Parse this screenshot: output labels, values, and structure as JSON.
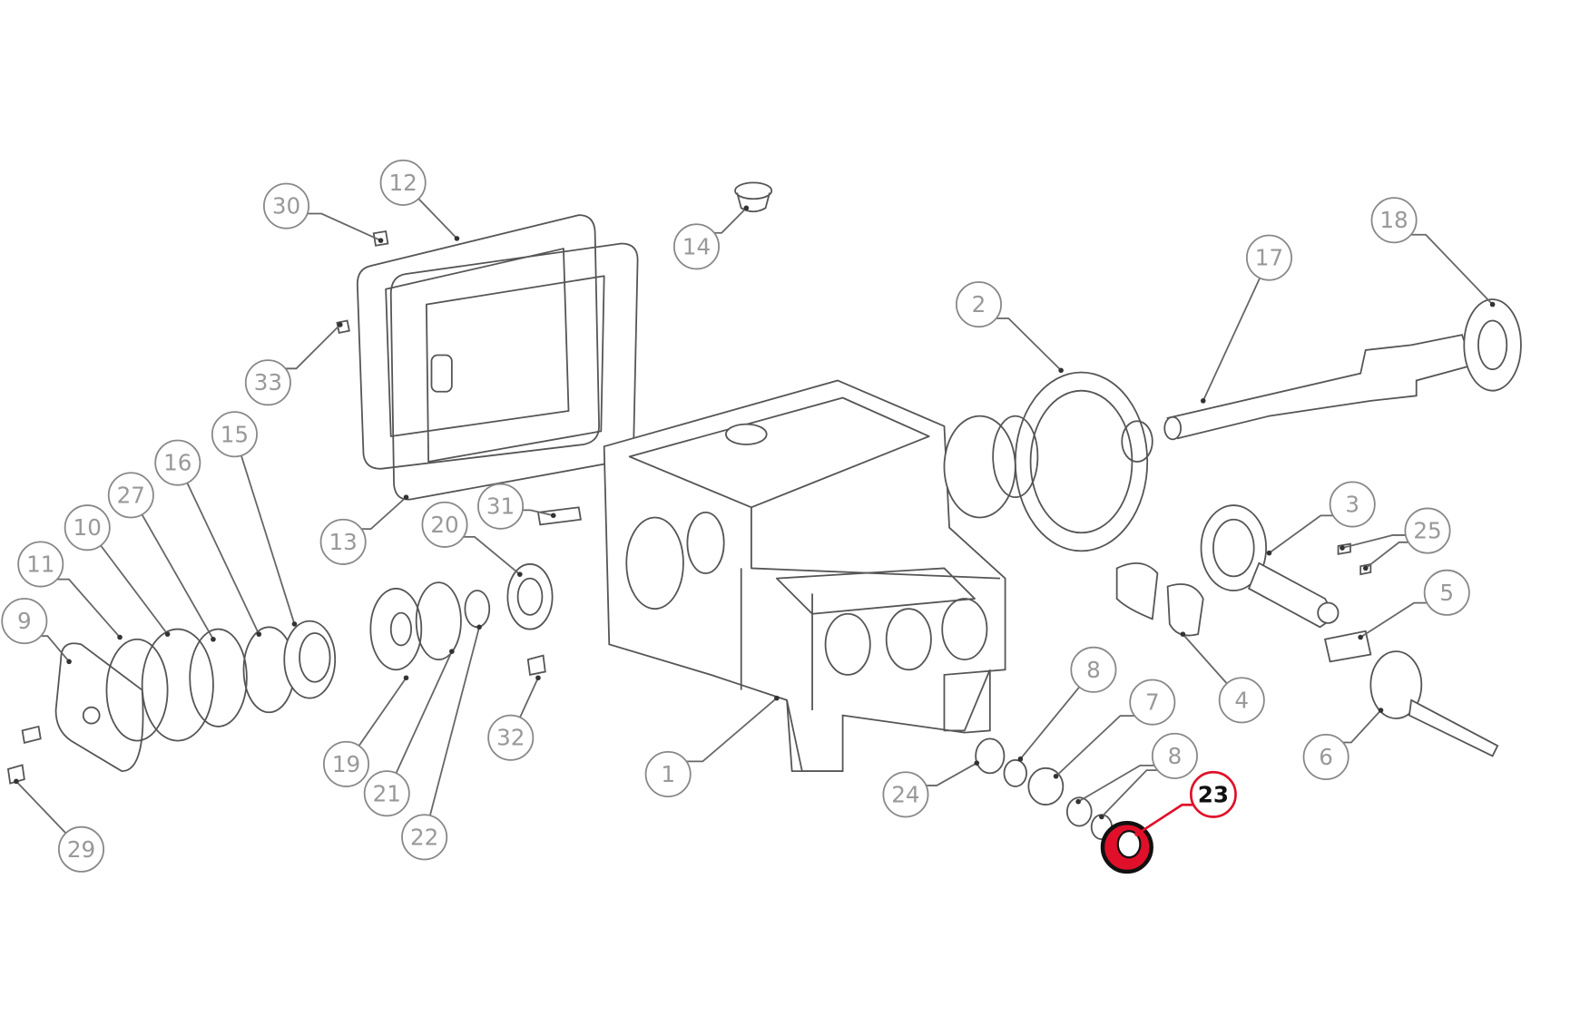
{
  "diagram": {
    "highlight_color": "#e0102a",
    "highlighted_part": "23",
    "callouts": [
      "12",
      "30",
      "14",
      "17",
      "18",
      "2",
      "33",
      "15",
      "16",
      "27",
      "10",
      "11",
      "9",
      "13",
      "31",
      "20",
      "3",
      "25",
      "5",
      "4",
      "8",
      "7",
      "8",
      "23",
      "24",
      "6",
      "1",
      "19",
      "21",
      "22",
      "32",
      "29"
    ]
  }
}
